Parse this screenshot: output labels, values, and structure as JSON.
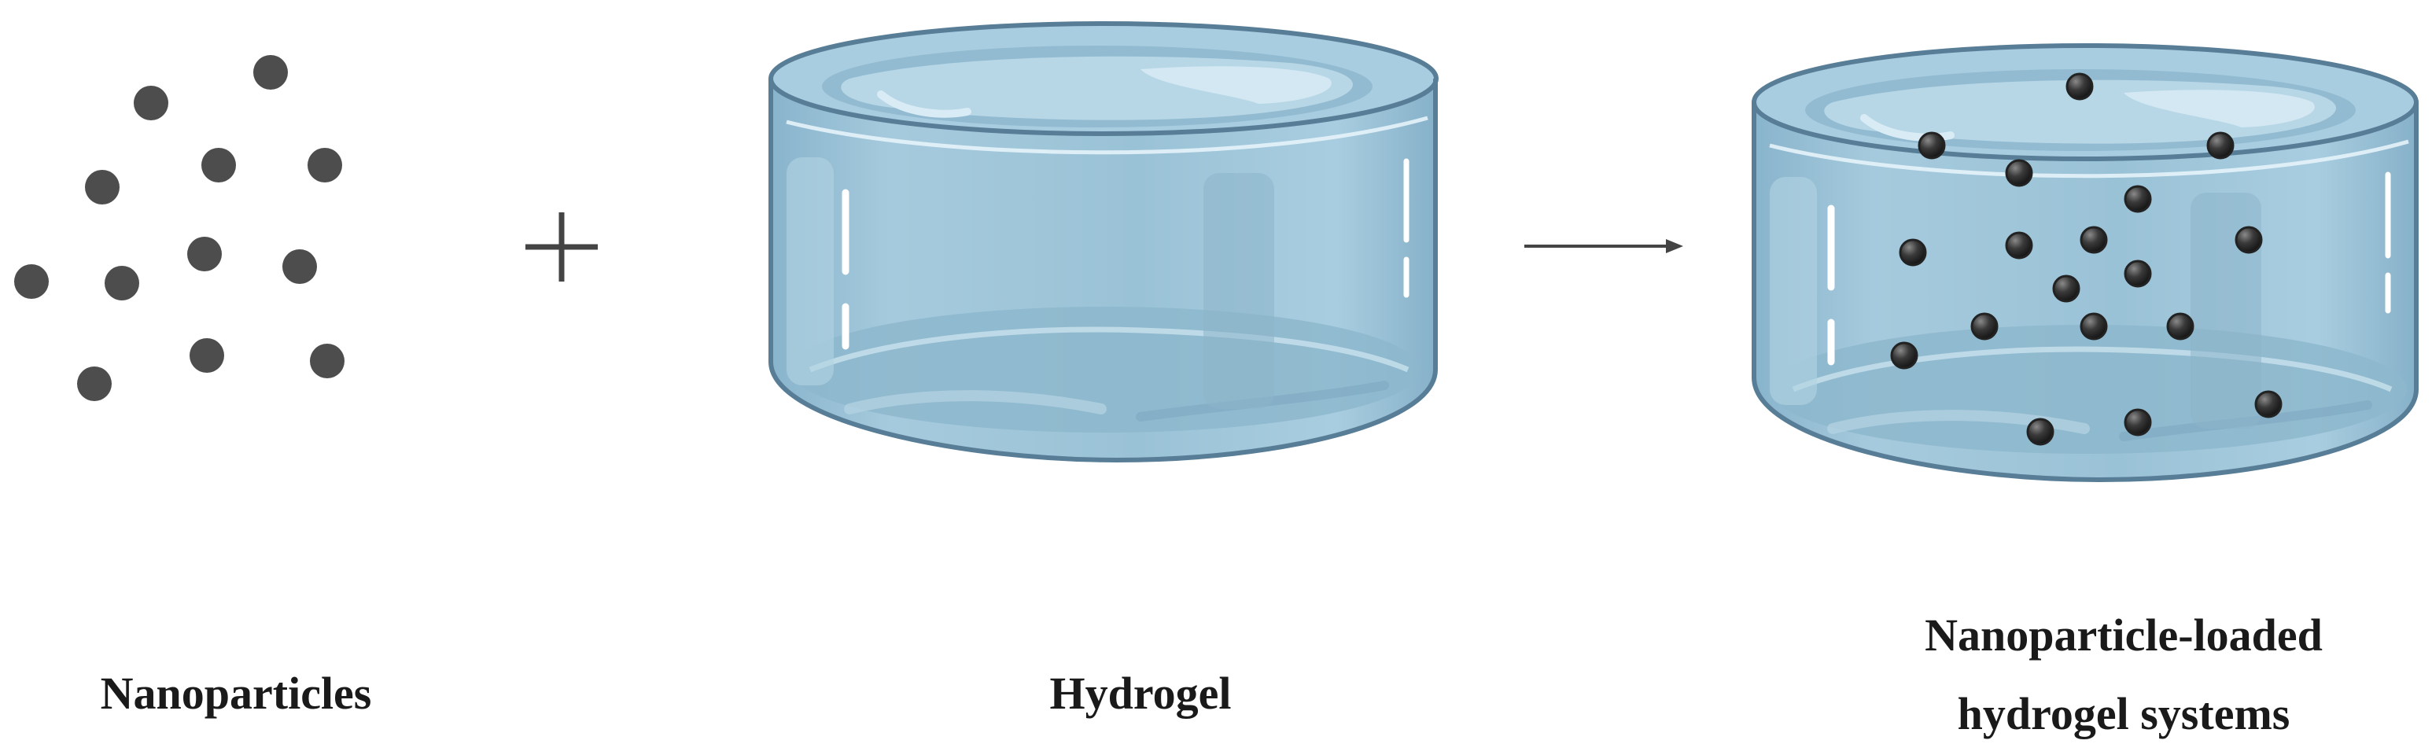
{
  "labels": {
    "nanoparticles": "Nanoparticles",
    "hydrogel": "Hydrogel",
    "loaded_line1": "Nanoparticle-loaded",
    "loaded_line2": "hydrogel systems"
  },
  "symbols": {
    "plus": "plus-sign",
    "arrow": "right-arrow"
  },
  "colors": {
    "nanoparticle": "#4d4d4d",
    "hydrogel_body": "#9cc3d8",
    "hydrogel_outline": "#587d96",
    "hydrogel_top": "#b6d6e6",
    "symbol": "#444444"
  }
}
